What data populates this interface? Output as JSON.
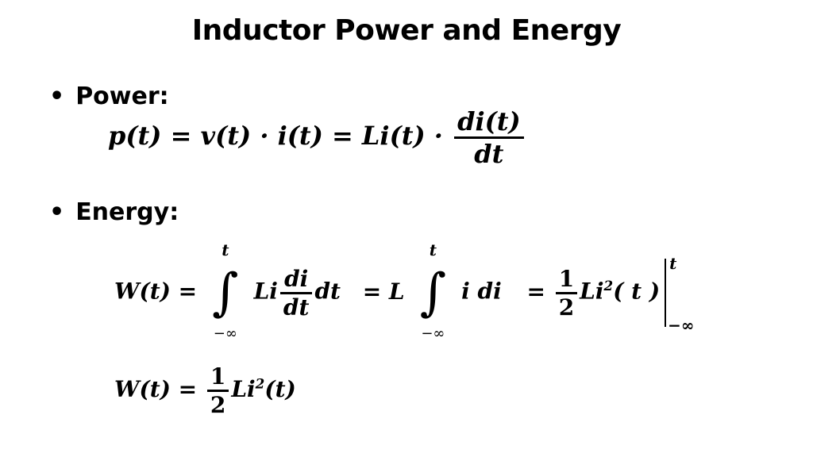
{
  "title": "Inductor Power and Energy",
  "bullets": [
    {
      "marker": "•",
      "label": "Power:"
    },
    {
      "marker": "•",
      "label": "Energy:"
    }
  ],
  "power_eq": {
    "lhs": "p(t) = v(t) · i(t) = Li(t) ·",
    "frac_num": "di(t)",
    "frac_den": "dt"
  },
  "energy_eq1": {
    "lhs": "W(t) =",
    "int1_upper": "t",
    "int1_lower": "−∞",
    "term1_pre": "Li",
    "term1_num": "di",
    "term1_den": "dt",
    "term1_post": "dt",
    "eq2": "= L",
    "int2_upper": "t",
    "int2_lower": "−∞",
    "term2": "i di",
    "eq3": "=",
    "half_num": "1",
    "half_den": "2",
    "term3": "Li",
    "term3_sup": "2",
    "term3_arg": "( t )",
    "eval_upper": "t",
    "eval_lower": "−∞"
  },
  "energy_eq2": {
    "lhs": "W(t) =",
    "half_num": "1",
    "half_den": "2",
    "term": "Li",
    "term_sup": "2",
    "term_arg": "(t)"
  }
}
